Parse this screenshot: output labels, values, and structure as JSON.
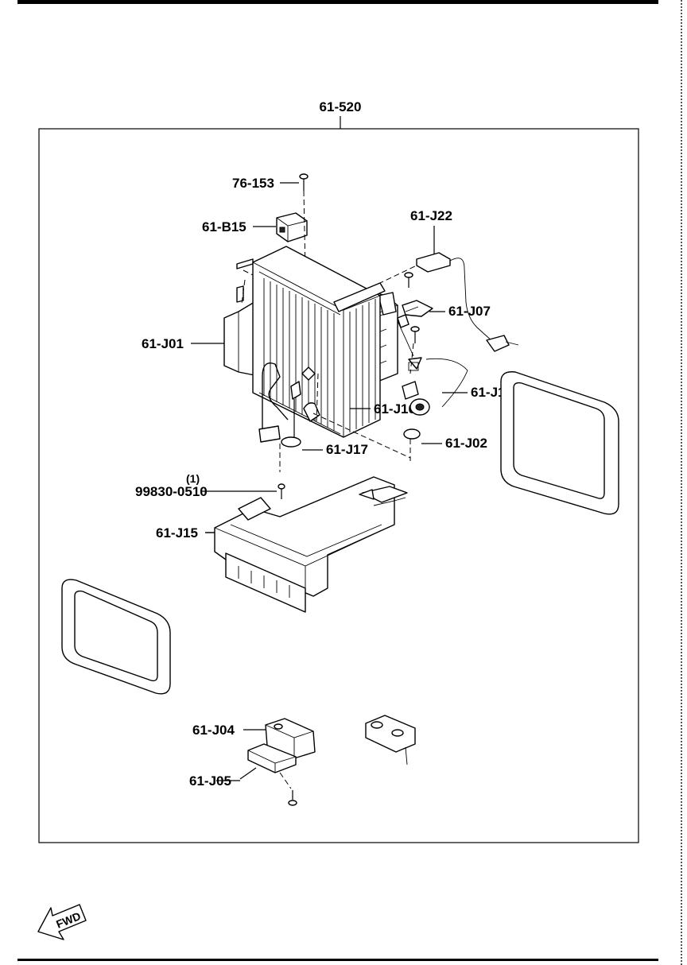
{
  "assembly": {
    "number": "61-520"
  },
  "callouts": [
    {
      "id": "76-153"
    },
    {
      "id": "61-B15"
    },
    {
      "id": "61-J22"
    },
    {
      "id": "61-J01"
    },
    {
      "id": "61-J10"
    },
    {
      "id": "61-J07"
    },
    {
      "id": "61-J14"
    },
    {
      "id": "61-J02"
    },
    {
      "id": "61-J15"
    },
    {
      "id": "61-J17"
    },
    {
      "id": "(1)"
    },
    {
      "id": "99830-0510"
    },
    {
      "id": "61-J04"
    },
    {
      "id": "61-J05"
    }
  ],
  "direction_badge": {
    "text": "FWD"
  }
}
